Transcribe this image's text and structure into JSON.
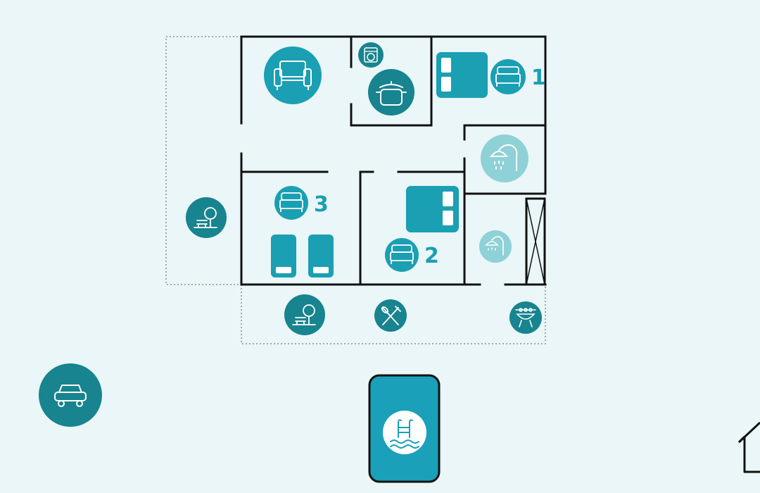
{
  "colors": {
    "background": "#eaf6f7",
    "teal": "#1a9fb3",
    "dark_teal": "#17848f",
    "light_teal": "#8ed1d7",
    "pool": "#1aa0b8",
    "wall": "#111111",
    "dotted": "#a8a8a8"
  },
  "bedrooms": [
    {
      "number": "1"
    },
    {
      "number": "2"
    },
    {
      "number": "3"
    }
  ],
  "icons": [
    "sofa-icon",
    "washing-machine-icon",
    "cooking-pot-icon",
    "double-bed-icon",
    "shower-icon",
    "garden-bench-icon",
    "cutlery-icon",
    "barbecue-icon",
    "car-icon",
    "pool-ladder-icon",
    "house-icon"
  ]
}
